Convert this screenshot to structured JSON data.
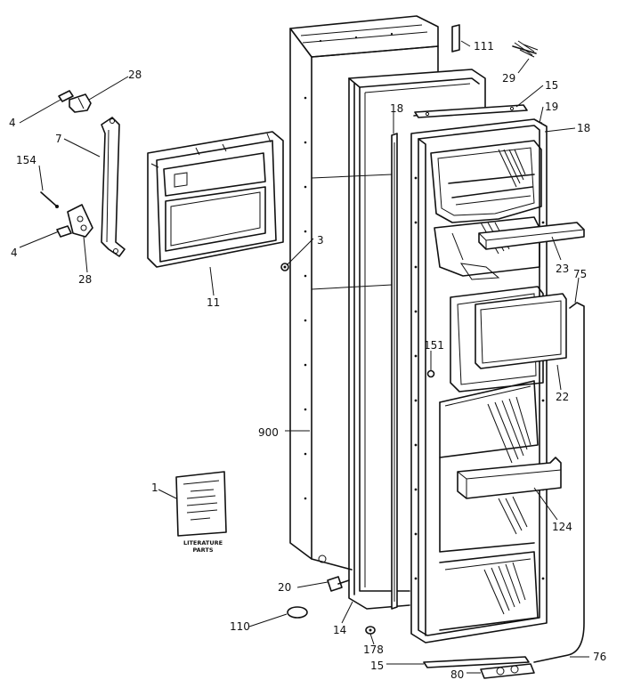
{
  "diagram": {
    "part_numbers": {
      "p111": "111",
      "p29": "29",
      "p28_top": "28",
      "p4_top": "4",
      "p7": "7",
      "p154": "154",
      "p4_bottom": "4",
      "p28_bottom": "28",
      "p11": "11",
      "p3": "3",
      "p18_left": "18",
      "p15_top": "15",
      "p19": "19",
      "p18_right": "18",
      "p23": "23",
      "p75": "75",
      "p151": "151",
      "p22": "22",
      "p900": "900",
      "p1": "1",
      "p124": "124",
      "p20": "20",
      "p110": "110",
      "p14": "14",
      "p178": "178",
      "p15_bottom": "15",
      "p80": "80",
      "p76": "76"
    },
    "literature": {
      "line1": "LITERATURE",
      "line2": "PARTS"
    }
  }
}
